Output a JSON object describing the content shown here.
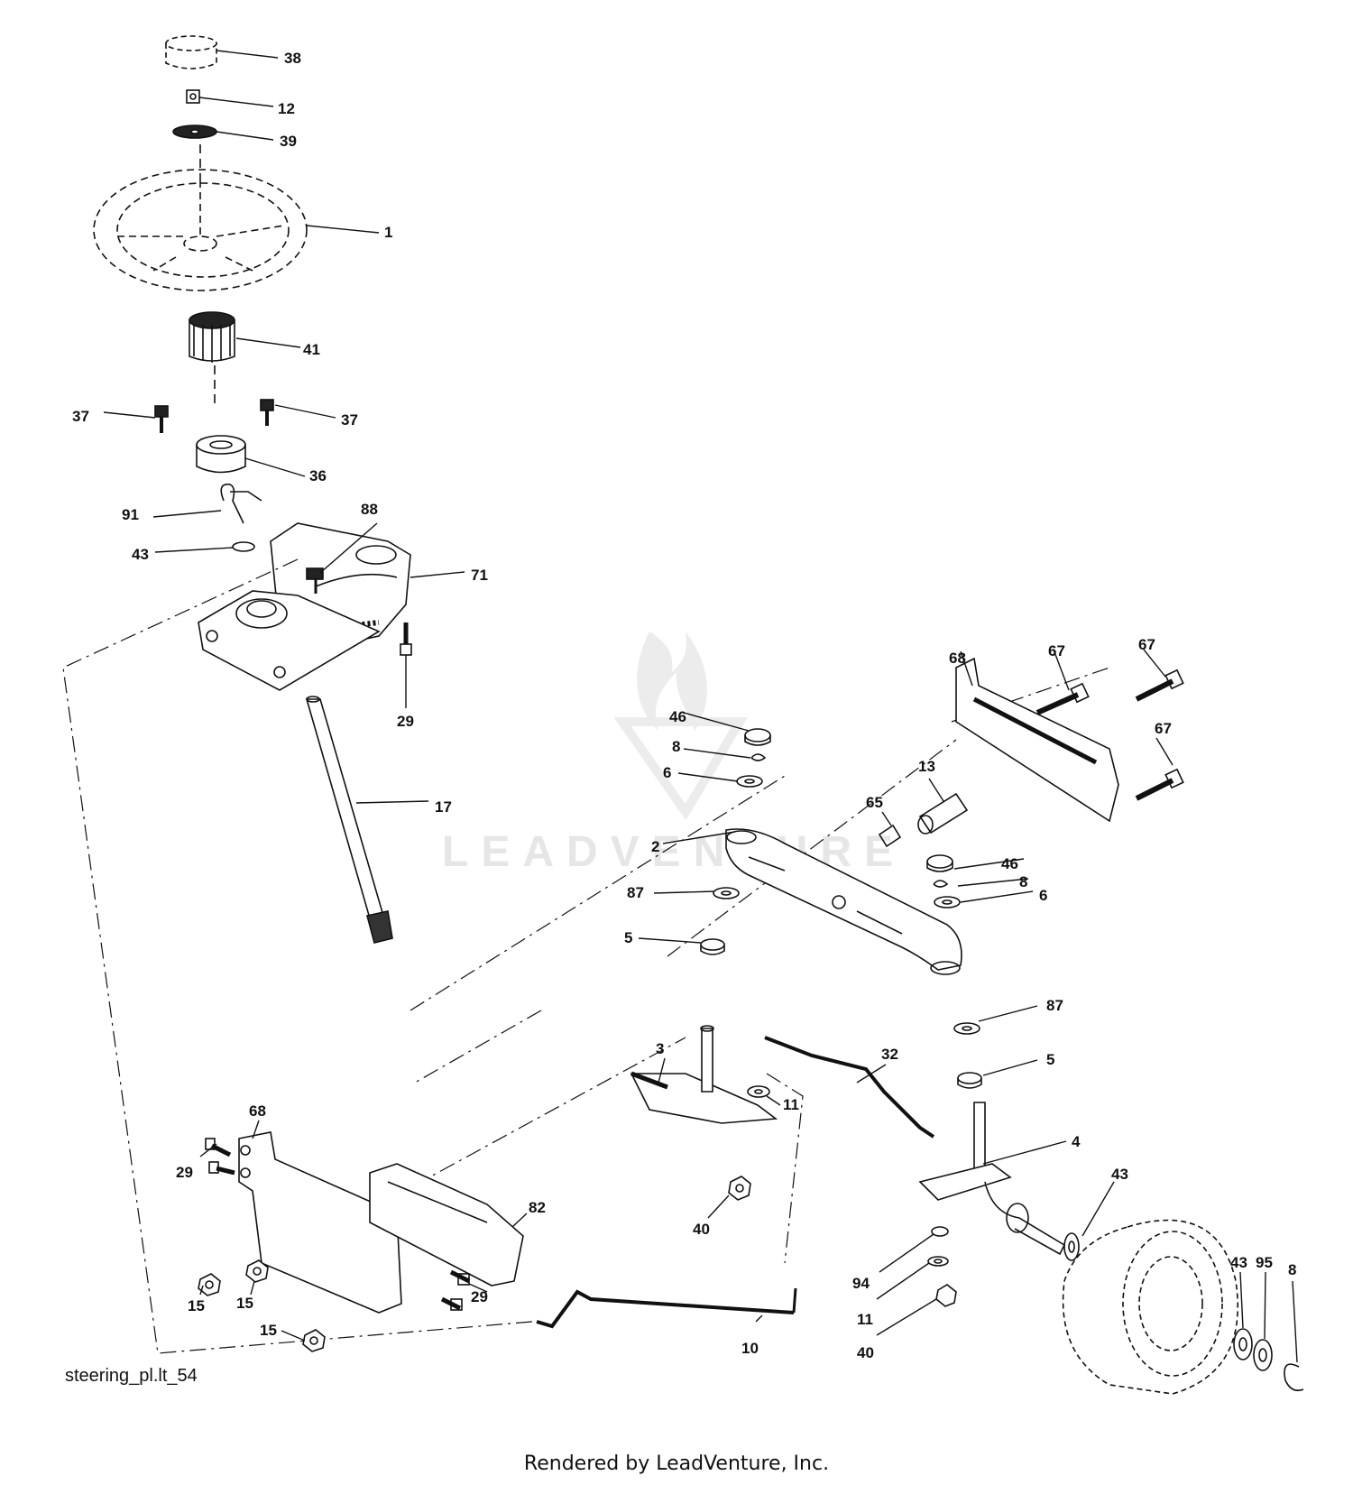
{
  "figure_id": "steering_pl.lt_54",
  "render_credit": "Rendered by LeadVenture, Inc.",
  "watermark_text": "LEADVENTURE",
  "colors": {
    "ink": "#111111",
    "watermark": "#e6e6e6",
    "background": "#ffffff"
  },
  "callouts": [
    "38",
    "12",
    "39",
    "1",
    "41",
    "37",
    "37",
    "36",
    "91",
    "88",
    "43",
    "71",
    "29",
    "17",
    "68",
    "67",
    "67",
    "67",
    "46",
    "8",
    "6",
    "13",
    "65",
    "2",
    "46",
    "8",
    "6",
    "87",
    "5",
    "87",
    "5",
    "3",
    "32",
    "11",
    "4",
    "40",
    "68",
    "29",
    "82",
    "43",
    "43",
    "95",
    "8",
    "94",
    "11",
    "40",
    "15",
    "15",
    "29",
    "15",
    "10"
  ]
}
